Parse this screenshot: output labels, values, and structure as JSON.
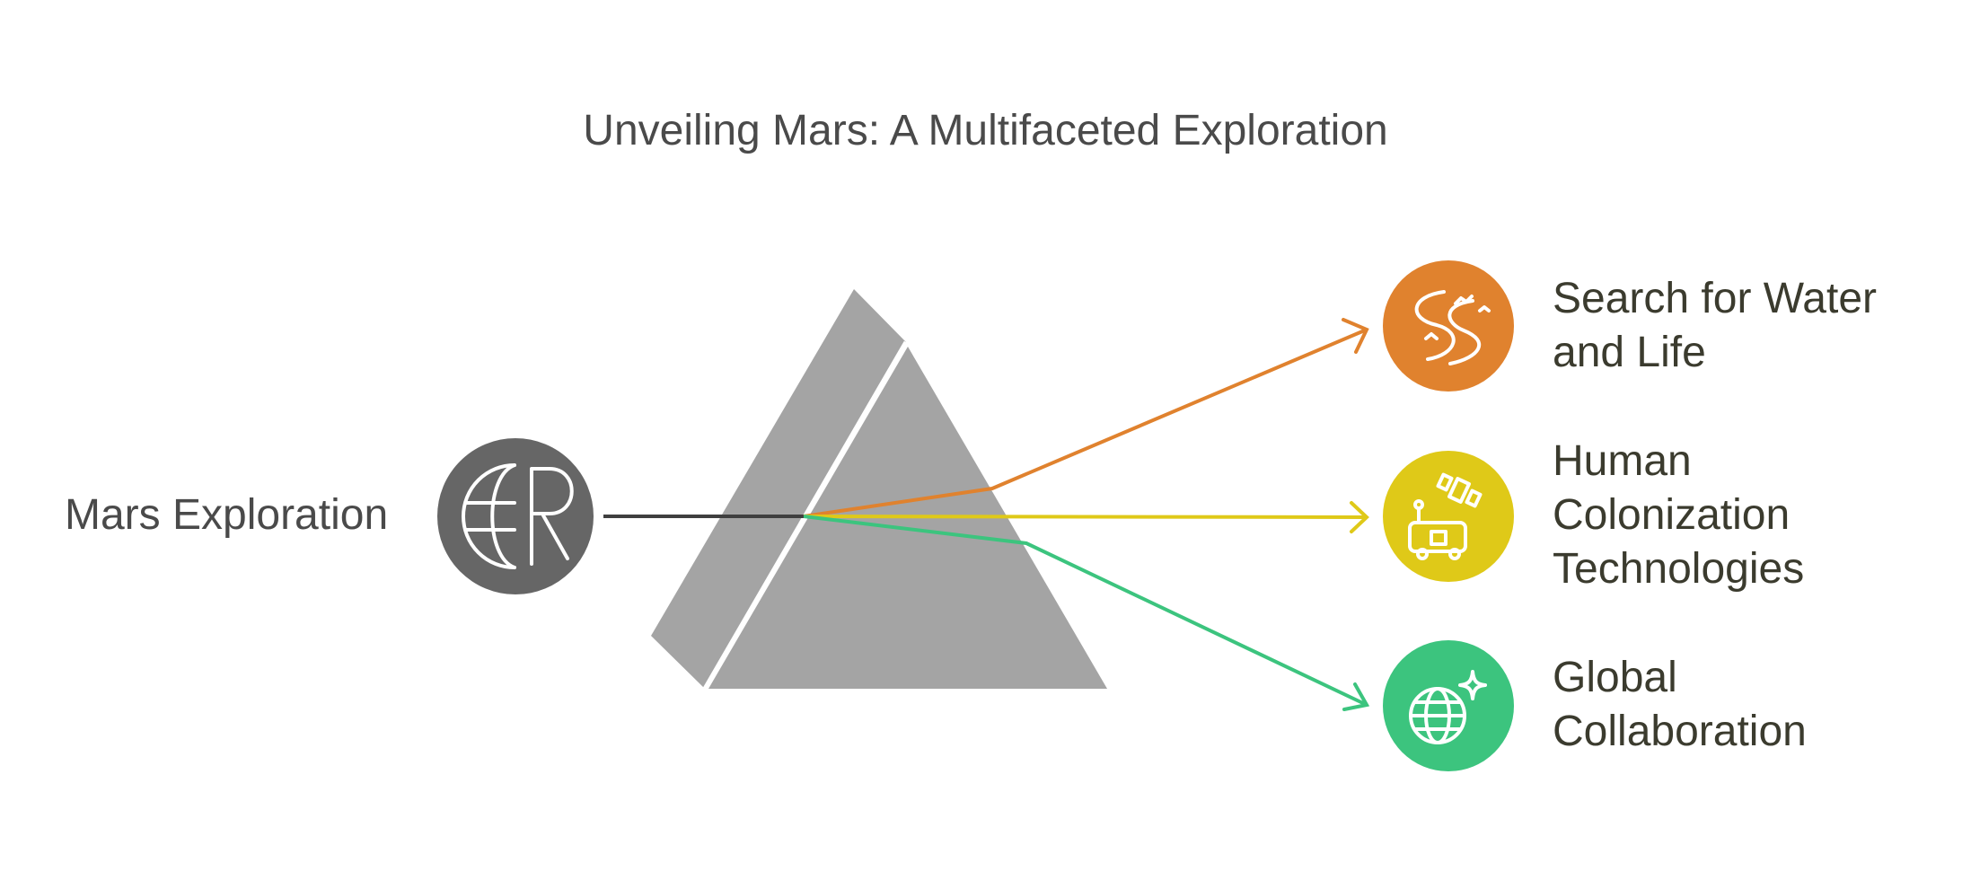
{
  "title": "Unveiling Mars: A Multifaceted Exploration",
  "source": {
    "label": "Mars Exploration",
    "icon": "mars-exploration-logo-icon",
    "color": "#666666"
  },
  "outputs": [
    {
      "lines": [
        "Search for Water",
        "and Life"
      ],
      "icon": "water-river-icon",
      "color": "#E0822E"
    },
    {
      "lines": [
        "Human",
        "Colonization",
        "Technologies"
      ],
      "icon": "rover-satellite-icon",
      "color": "#DFC918"
    },
    {
      "lines": [
        "Global",
        "Collaboration"
      ],
      "icon": "globe-sparkle-icon",
      "color": "#3CC47E"
    }
  ],
  "prism_color": "#A4A4A4",
  "input_beam_color": "#3F3F3F"
}
